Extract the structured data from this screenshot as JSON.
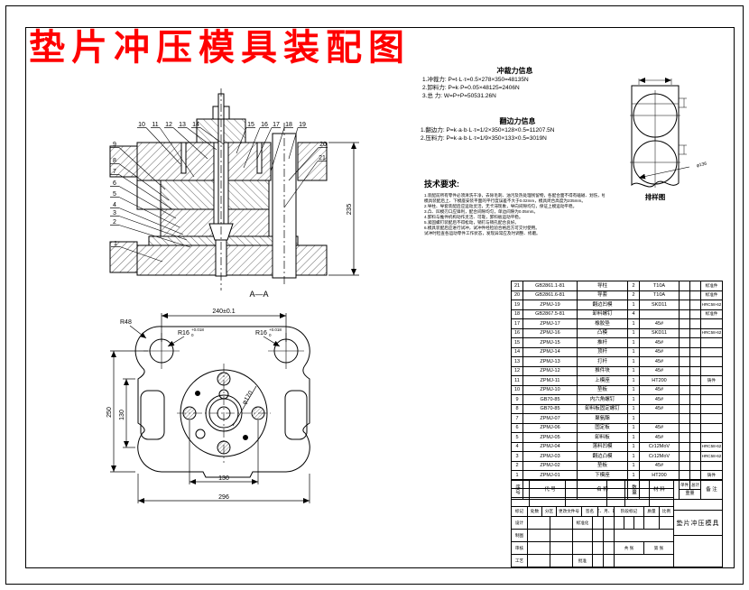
{
  "title": "垫片冲压模具装配图",
  "section": {
    "label": "A—A",
    "dim": "235",
    "balloons_top": [
      "10",
      "11",
      "12",
      "13",
      "14",
      "15",
      "16",
      "17",
      "18",
      "19"
    ],
    "balloons_left": [
      "9",
      "8",
      "7",
      "6",
      "5",
      "4",
      "3",
      "2"
    ],
    "balloon_one": "1",
    "balloons_right": [
      "20",
      "21"
    ]
  },
  "plan": {
    "dim_top": "240±0.1",
    "r48": "R48",
    "r16": "R16",
    "r16_up": "+0.018",
    "r16_dn": "0",
    "dia": "φ170",
    "dim_left_outer": "250",
    "dim_left_inner": "130",
    "dim_bottom_inner": "130",
    "dim_bottom_outer": "296"
  },
  "strip": {
    "label": "排样图",
    "dia": "φ136"
  },
  "force1": {
    "title": "冲裁力信息",
    "lines": [
      "1.冲裁力: P=t·L·τ=0.5×278×350=48135N",
      "2.卸料力: P=k·P=0.05×48125=2406N",
      "3.总  力: W=P+P=50531.26N"
    ]
  },
  "force2": {
    "title": "翻边力信息",
    "lines": [
      "1.翻边力: P=k·a·b·L·τ=1/2×350×128×0.5=11207.5N",
      "2.压料力: P=k·a·b·L·τ=1/9×350×133×0.5=3019N"
    ]
  },
  "tech": {
    "title": "技术要求:",
    "lines": [
      "1.装配前所有零件必须清洗干净，去除毛刺、油污及热处理残留物，各配合面不得有磕碰、划伤，经检验合格后方可进行装配。",
      "  模具装配后上、下模座安装平面的平行度误差不大于0.02mm，模具闭合高度为235mm。",
      "2.导柱、导套装配后应运动灵活，无卡滞现象，导向间隙均匀，保证上模运动平稳。",
      "3.凸、凹模刃口应锋利，配合间隙均匀，单边间隙为0.05mm。",
      "4.卸料与推件机构动作灵活、可靠，卸料板运动平稳。",
      "5.紧固螺钉装配后不得松动，销钉与销孔配合良好。",
      "6.模具装配后应进行试冲，试冲件经检验合格后方可交付使用。",
      "  试冲时检查各运动零件工作状态，发现异常应及时调整、修磨。"
    ]
  },
  "bom": {
    "headers": {
      "no": "序号",
      "code": "代  号",
      "name": "名  称",
      "qty": "数量",
      "mat": "材  料",
      "w1": "单件",
      "w2": "总计",
      "w": "重量",
      "remark": "备 注"
    },
    "rows": [
      {
        "no": "21",
        "code": "GB2861.1-81",
        "name": "导柱",
        "qty": "2",
        "mat": "T10A",
        "remark": "标准件"
      },
      {
        "no": "20",
        "code": "GB2861.6-81",
        "name": "导套",
        "qty": "2",
        "mat": "T10A",
        "remark": "标准件"
      },
      {
        "no": "19",
        "code": "ZPMJ-19",
        "name": "翻边凹模",
        "qty": "1",
        "mat": "SKD11",
        "remark": "HRC58-62"
      },
      {
        "no": "18",
        "code": "GB2867.5-81",
        "name": "卸料螺钉",
        "qty": "4",
        "mat": "",
        "remark": "标准件"
      },
      {
        "no": "17",
        "code": "ZPMJ-17",
        "name": "橡胶垫",
        "qty": "1",
        "mat": "45#",
        "remark": ""
      },
      {
        "no": "16",
        "code": "ZPMJ-16",
        "name": "凸模",
        "qty": "1",
        "mat": "SKD11",
        "remark": "HRC58-62"
      },
      {
        "no": "15",
        "code": "ZPMJ-15",
        "name": "推杆",
        "qty": "1",
        "mat": "45#",
        "remark": ""
      },
      {
        "no": "14",
        "code": "ZPMJ-14",
        "name": "顶杆",
        "qty": "1",
        "mat": "45#",
        "remark": ""
      },
      {
        "no": "13",
        "code": "ZPMJ-13",
        "name": "打杆",
        "qty": "1",
        "mat": "45#",
        "remark": ""
      },
      {
        "no": "12",
        "code": "ZPMJ-12",
        "name": "推件块",
        "qty": "1",
        "mat": "45#",
        "remark": ""
      },
      {
        "no": "11",
        "code": "ZPMJ-11",
        "name": "上模座",
        "qty": "1",
        "mat": "HT200",
        "remark": "铸件"
      },
      {
        "no": "10",
        "code": "ZPMJ-10",
        "name": "垫板",
        "qty": "1",
        "mat": "45#",
        "remark": ""
      },
      {
        "no": "9",
        "code": "GB70-85",
        "name": "内六角螺钉",
        "qty": "1",
        "mat": "45#",
        "remark": ""
      },
      {
        "no": "8",
        "code": "GB70-85",
        "name": "卸料板固定螺钉",
        "qty": "1",
        "mat": "45#",
        "remark": ""
      },
      {
        "no": "7",
        "code": "ZPMJ-07",
        "name": "聚氨酯",
        "qty": "1",
        "mat": "",
        "remark": ""
      },
      {
        "no": "6",
        "code": "ZPMJ-06",
        "name": "固定板",
        "qty": "1",
        "mat": "45#",
        "remark": ""
      },
      {
        "no": "5",
        "code": "ZPMJ-05",
        "name": "卸料板",
        "qty": "1",
        "mat": "45#",
        "remark": ""
      },
      {
        "no": "4",
        "code": "ZPMJ-04",
        "name": "落料凹模",
        "qty": "1",
        "mat": "Cr12MoV",
        "remark": "HRC58-62"
      },
      {
        "no": "3",
        "code": "ZPMJ-03",
        "name": "翻边凸模",
        "qty": "1",
        "mat": "Cr12MoV",
        "remark": "HRC58-62"
      },
      {
        "no": "2",
        "code": "ZPMJ-02",
        "name": "垫板",
        "qty": "1",
        "mat": "45#",
        "remark": ""
      },
      {
        "no": "1",
        "code": "ZPMJ-01",
        "name": "下模座",
        "qty": "1",
        "mat": "HT200",
        "remark": "铸件"
      }
    ]
  },
  "tb": {
    "mark": "标记",
    "count": "处数",
    "zone": "分区",
    "doc": "更改文件号",
    "sign": "签名",
    "date": "年、月、日",
    "design": "设计",
    "draw": "制图",
    "check": "审核",
    "craft": "工艺",
    "std": "标准化",
    "approve": "批准",
    "stage": "阶段标记",
    "weight": "质量",
    "scale": "比例",
    "sheets": "共  张",
    "sheet": "第  张",
    "name": "垫片冲压模具"
  }
}
